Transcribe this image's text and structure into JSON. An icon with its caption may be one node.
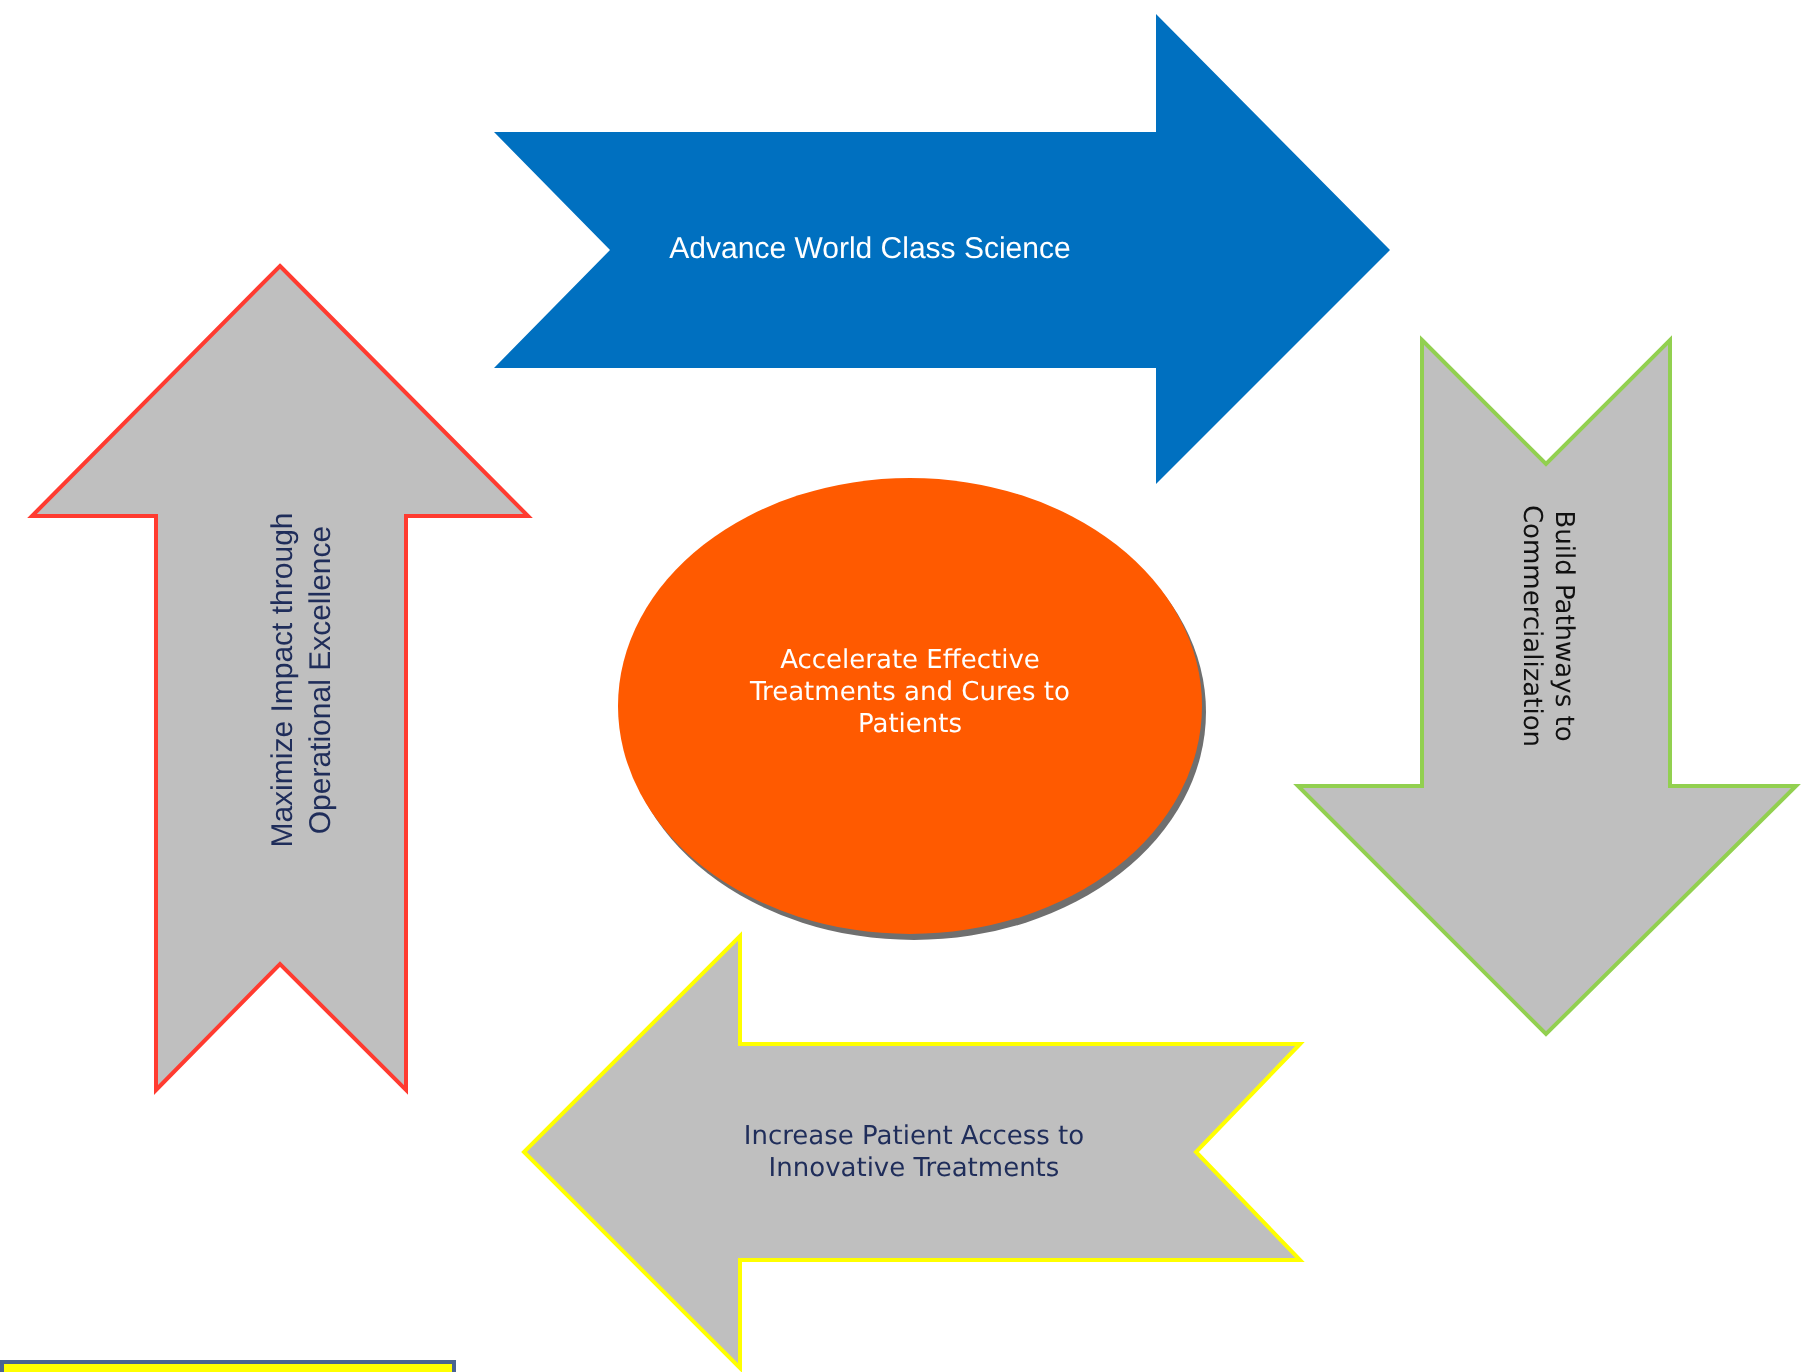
{
  "diagram": {
    "nodes": [
      {
        "text": [
          "Advance World Class Science"
        ]
      },
      {
        "text": [
          "Build Pathways to Commercialization"
        ]
      },
      {
        "text": [
          "Increase Patient Access to Innovative Treatments"
        ]
      },
      {
        "text": [
          "Maximize Impact through Operational Excellence"
        ]
      },
      {
        "text": [
          "Accelerate Effective Treatments and Cures to Patients"
        ]
      }
    ]
  }
}
